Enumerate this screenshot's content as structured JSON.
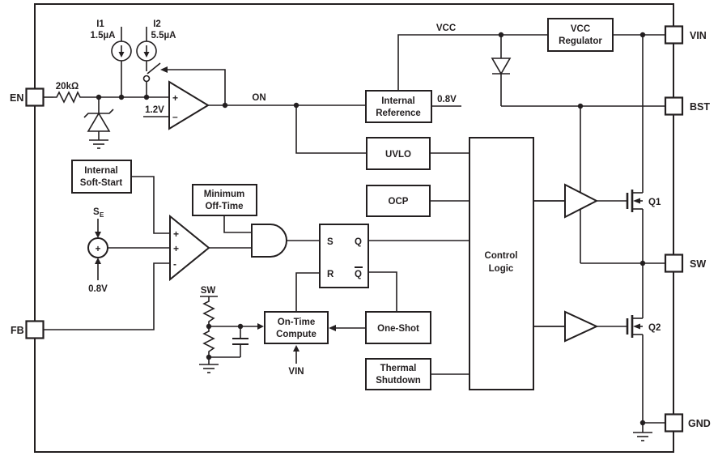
{
  "colors": {
    "line": "#231f20",
    "background": "#ffffff",
    "box_fill": "#ffffff"
  },
  "pins": {
    "en": "EN",
    "fb": "FB",
    "vin": "VIN",
    "bst": "BST",
    "sw": "SW",
    "gnd": "GND"
  },
  "blocks": {
    "vcc_regulator": {
      "line1": "VCC",
      "line2": "Regulator"
    },
    "internal_reference": {
      "line1": "Internal",
      "line2": "Reference"
    },
    "uvlo": {
      "line1": "UVLO"
    },
    "ocp": {
      "line1": "OCP"
    },
    "control_logic": {
      "line1": "Control",
      "line2": "Logic"
    },
    "internal_soft_start": {
      "line1": "Internal",
      "line2": "Soft-Start"
    },
    "minimum_off_time": {
      "line1": "Minimum",
      "line2": "Off-Time"
    },
    "on_time_compute": {
      "line1": "On-Time",
      "line2": "Compute"
    },
    "one_shot": {
      "line1": "One-Shot"
    },
    "thermal_shutdown": {
      "line1": "Thermal",
      "line2": "Shutdown"
    }
  },
  "latch": {
    "s": "S",
    "r": "R",
    "q": "Q",
    "q_bar": "Q"
  },
  "labels": {
    "i1_name": "I1",
    "i1_value": "1.5µA",
    "i2_name": "I2",
    "i2_value": "5.5µA",
    "en_resistor": "20kΩ",
    "comparator_ref": "1.2V",
    "comp_plus": "+",
    "comp_minus": "–",
    "on_signal": "ON",
    "vcc_rail": "VCC",
    "reference_out": "0.8V",
    "soft_start_sum_main": "S",
    "soft_start_sum_sub": "E",
    "sum_plus": "+",
    "sum_ref": "0.8V",
    "ea_plus1": "+",
    "ea_plus2": "+",
    "ea_minus": "-",
    "sw_node": "SW",
    "vin_node": "VIN",
    "q1": "Q1",
    "q2": "Q2"
  }
}
